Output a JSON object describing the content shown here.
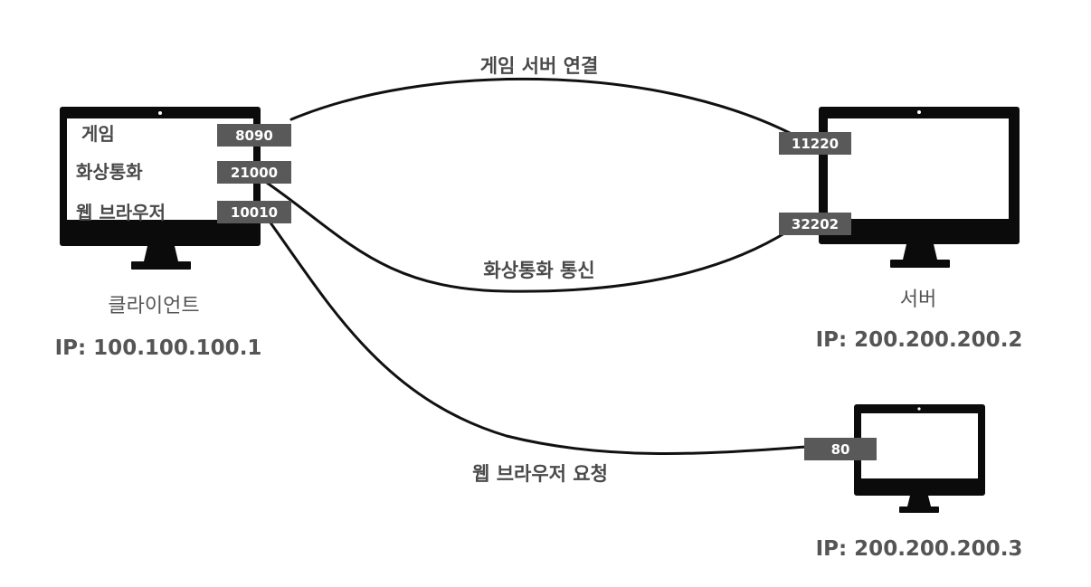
{
  "client": {
    "name": "클라이언트",
    "ip": "IP: 100.100.100.1",
    "apps": [
      {
        "label": "게임",
        "port": "8090"
      },
      {
        "label": "화상통화",
        "port": "21000"
      },
      {
        "label": "웹 브라우저",
        "port": "10010"
      }
    ]
  },
  "server": {
    "name": "서버",
    "ip": "IP: 200.200.200.2",
    "ports": [
      "11220",
      "32202"
    ]
  },
  "web_server": {
    "ip": "IP: 200.200.200.3",
    "port": "80"
  },
  "connections": [
    {
      "label": "게임 서버 연결"
    },
    {
      "label": "화상통화 통신"
    },
    {
      "label": "웹 브라우저 요청"
    }
  ]
}
